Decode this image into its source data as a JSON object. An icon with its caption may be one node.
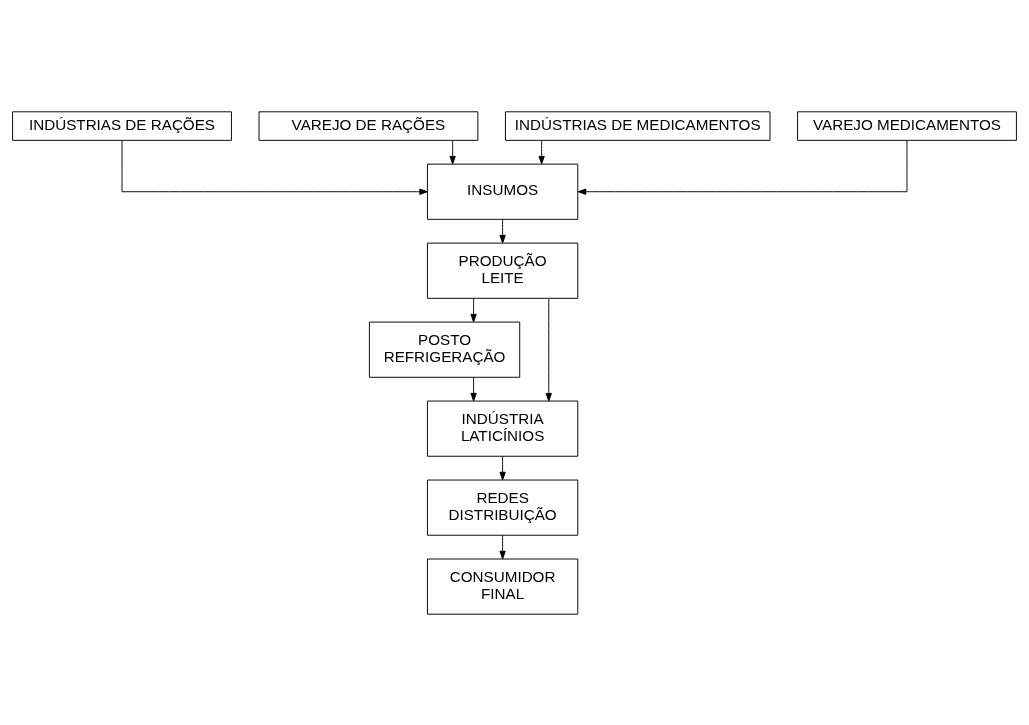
{
  "diagram": {
    "nodes": [
      {
        "text": [
          "INDÚSTRIAS DE RAÇÕES"
        ]
      },
      {
        "text": [
          "VAREJO DE RAÇÕES"
        ]
      },
      {
        "text": [
          "INDÚSTRIAS DE MEDICAMENTOS"
        ]
      },
      {
        "text": [
          "VAREJO MEDICAMENTOS"
        ]
      },
      {
        "text": [
          "INSUMOS"
        ]
      },
      {
        "text": [
          "PRODUÇÃO LEITE"
        ]
      },
      {
        "text": [
          "POSTO REFRIGERAÇÃO"
        ]
      },
      {
        "text": [
          "INDÚSTRIA LATICÍNIOS"
        ]
      },
      {
        "text": [
          "REDES DISTRIBUIÇÃO"
        ]
      },
      {
        "text": [
          "CONSUMIDOR FINAL"
        ]
      }
    ],
    "edges": [
      {
        "from": 0,
        "to": 4,
        "arrow": "to"
      },
      {
        "from": 1,
        "to": 4,
        "arrow": "to"
      },
      {
        "from": 2,
        "to": 4,
        "arrow": "to"
      },
      {
        "from": 3,
        "to": 4,
        "arrow": "to"
      },
      {
        "from": 4,
        "to": 5,
        "arrow": "to"
      },
      {
        "from": 5,
        "to": 6,
        "arrow": "to"
      },
      {
        "from": 6,
        "to": 7,
        "arrow": "to"
      },
      {
        "from": 5,
        "to": 7,
        "arrow": "to"
      },
      {
        "from": 7,
        "to": 8,
        "arrow": "to"
      },
      {
        "from": 8,
        "to": 9,
        "arrow": "to"
      }
    ]
  }
}
